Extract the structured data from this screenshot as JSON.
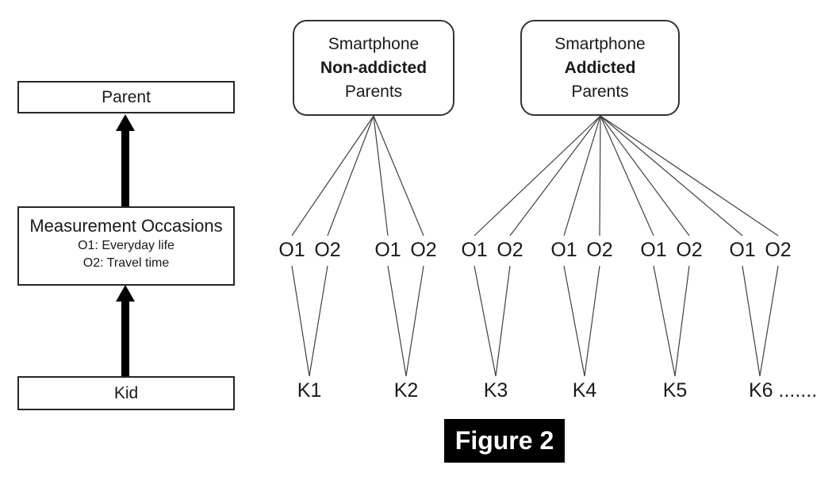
{
  "figure": {
    "caption": "Figure 2"
  },
  "left_panel": {
    "parent_label": "Parent",
    "measurement": {
      "title": "Measurement Occasions",
      "sub1": "O1: Everyday life",
      "sub2": "O2: Travel time"
    },
    "kid_label": "Kid"
  },
  "groups": [
    {
      "line1": "Smartphone",
      "line2": "Non-addicted",
      "line3": "Parents"
    },
    {
      "line1": "Smartphone",
      "line2": "Addicted",
      "line3": "Parents"
    }
  ],
  "occasions": [
    {
      "o1": "O1",
      "o2": "O2"
    },
    {
      "o1": "O1",
      "o2": "O2"
    },
    {
      "o1": "O1",
      "o2": "O2"
    },
    {
      "o1": "O1",
      "o2": "O2"
    },
    {
      "o1": "O1",
      "o2": "O2"
    },
    {
      "o1": "O1",
      "o2": "O2"
    }
  ],
  "kids": [
    "K1",
    "K2",
    "K3",
    "K4",
    "K5",
    "K6 ......."
  ],
  "colors": {
    "line": "#404040",
    "arrow": "#000000",
    "caption_bg": "#000000",
    "caption_text": "#ffffff"
  }
}
